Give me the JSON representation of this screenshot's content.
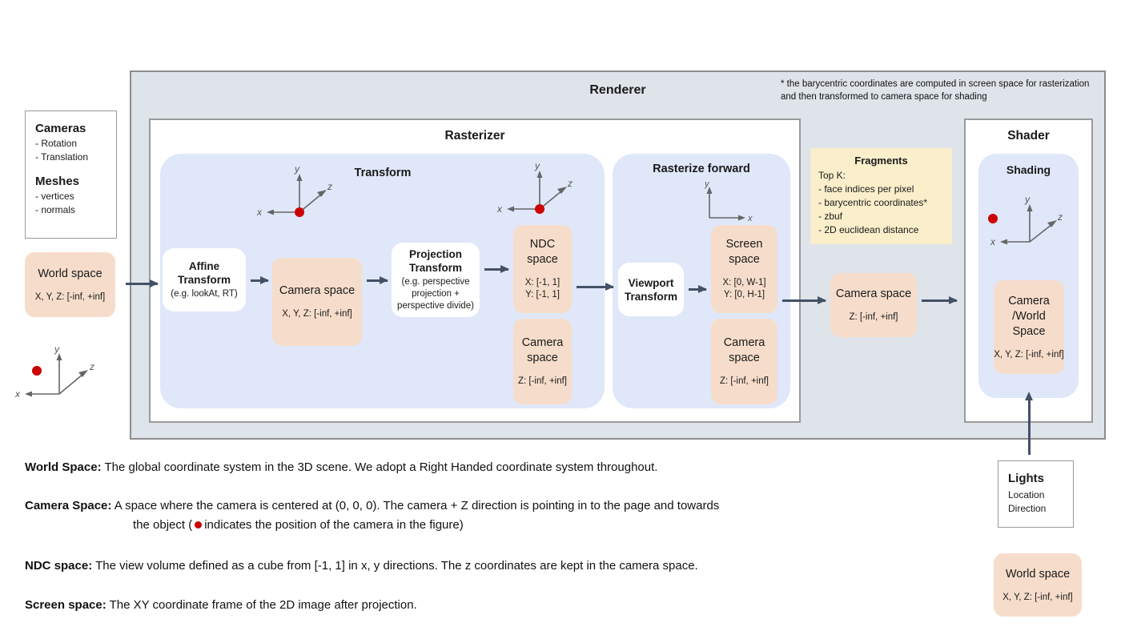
{
  "renderer": {
    "title": "Renderer",
    "footnote": "* the barycentric coordinates are computed in screen space for rasterization and then transformed to camera space for shading"
  },
  "inputs": {
    "cameras": {
      "heading": "Cameras",
      "items": [
        "- Rotation",
        "- Translation"
      ]
    },
    "meshes": {
      "heading": "Meshes",
      "items": [
        "- vertices",
        "- normals"
      ]
    },
    "world_space": {
      "title": "World space",
      "range": "X, Y, Z: [-inf, +inf]"
    }
  },
  "rasterizer": {
    "title": "Rasterizer",
    "transform": {
      "title": "Transform",
      "affine": {
        "title_line1": "Affine",
        "title_line2": "Transform",
        "sub": "(e.g. lookAt, RT)"
      },
      "camera_space": {
        "title": "Camera space",
        "range": "X, Y, Z: [-inf, +inf]"
      },
      "projection": {
        "title_line1": "Projection",
        "title_line2": "Transform",
        "sub_line1": "(e.g. perspective",
        "sub_line2": "projection +",
        "sub_line3": "perspective divide)"
      },
      "ndc": {
        "title_line1": "NDC",
        "title_line2": "space",
        "range_x": "X: [-1, 1]",
        "range_y": "Y: [-1, 1]"
      },
      "camera_space_z": {
        "title_line1": "Camera",
        "title_line2": "space",
        "range": "Z: [-inf, +inf]"
      }
    },
    "rasterize_forward": {
      "title": "Rasterize forward",
      "viewport": {
        "title_line1": "Viewport",
        "title_line2": "Transform"
      },
      "screen_space": {
        "title_line1": "Screen",
        "title_line2": "space",
        "range_x": "X: [0, W-1]",
        "range_y": "Y: [0,  H-1]"
      },
      "camera_space_z": {
        "title_line1": "Camera",
        "title_line2": "space",
        "range": "Z: [-inf, +inf]"
      }
    }
  },
  "fragments": {
    "title": "Fragments",
    "lead": "Top K:",
    "items": [
      "- face indices per pixel",
      "- barycentric coordinates*",
      "- zbuf",
      "- 2D euclidean distance"
    ]
  },
  "post_raster_camera_space": {
    "title": "Camera space",
    "range": "Z: [-inf, +inf]"
  },
  "shader": {
    "title": "Shader",
    "shading_title": "Shading",
    "camera_world_space": {
      "title_line1": "Camera",
      "title_line2": "/World",
      "title_line3": "Space",
      "range": "X, Y, Z: [-inf, +inf]"
    }
  },
  "lights": {
    "heading": "Lights",
    "items": [
      "Location",
      "Direction"
    ]
  },
  "lights_world_space": {
    "title": "World space",
    "range": "X, Y, Z: [-inf, +inf]"
  },
  "axes": {
    "x": "x",
    "y": "y",
    "z": "z"
  },
  "descriptions": {
    "world_space": {
      "term": "World Space:",
      "text": "The global coordinate system in the 3D scene. We adopt a Right Handed coordinate system throughout."
    },
    "camera_space": {
      "term": "Camera Space:",
      "text": "A space where the camera is centered at (0, 0, 0). The camera + Z direction is pointing in to the page and towards",
      "line2_before": "the object (",
      "line2_after": "indicates the position of the camera in the figure)"
    },
    "ndc_space": {
      "term": "NDC space:",
      "text": "The view volume defined as a cube from [-1, 1] in x, y directions. The z coordinates are kept in the camera space."
    },
    "screen_space": {
      "term": "Screen space:",
      "text": "The XY coordinate frame of the 2D image after projection."
    }
  },
  "colors": {
    "renderer_bg": "#dfe3ea",
    "panel_blue": "#dfe7f9",
    "node_peach": "#f6ddcb",
    "fragments_yellow": "#faeecb",
    "arrow": "#435166",
    "camera_dot": "#cc0000"
  }
}
